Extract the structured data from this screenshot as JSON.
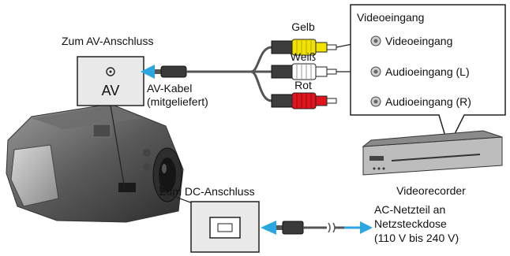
{
  "av_port": {
    "caption": "Zum AV-Anschluss",
    "symbol": "AV"
  },
  "av_cable": {
    "line1": "AV-Kabel",
    "line2": "(mitgeliefert)"
  },
  "plugs": {
    "yellow": "Gelb",
    "white": "Weiß",
    "red": "Rot"
  },
  "input_box": {
    "title": "Videoeingang",
    "items": [
      "Videoeingang",
      "Audioeingang (L)",
      "Audioeingang (R)"
    ]
  },
  "recorder": {
    "label": "Videorecorder"
  },
  "dc_port": {
    "caption": "Zum DC-Anschluss"
  },
  "adapter": {
    "line1": "AC-Netzteil an",
    "line2": "Netzsteckdose",
    "line3": "(110 V bis 240 V)"
  },
  "colors": {
    "arrow": "#2aa6e0",
    "yellow": "#f2e200",
    "red": "#e0141e",
    "box_fill": "#e9e9e9"
  }
}
